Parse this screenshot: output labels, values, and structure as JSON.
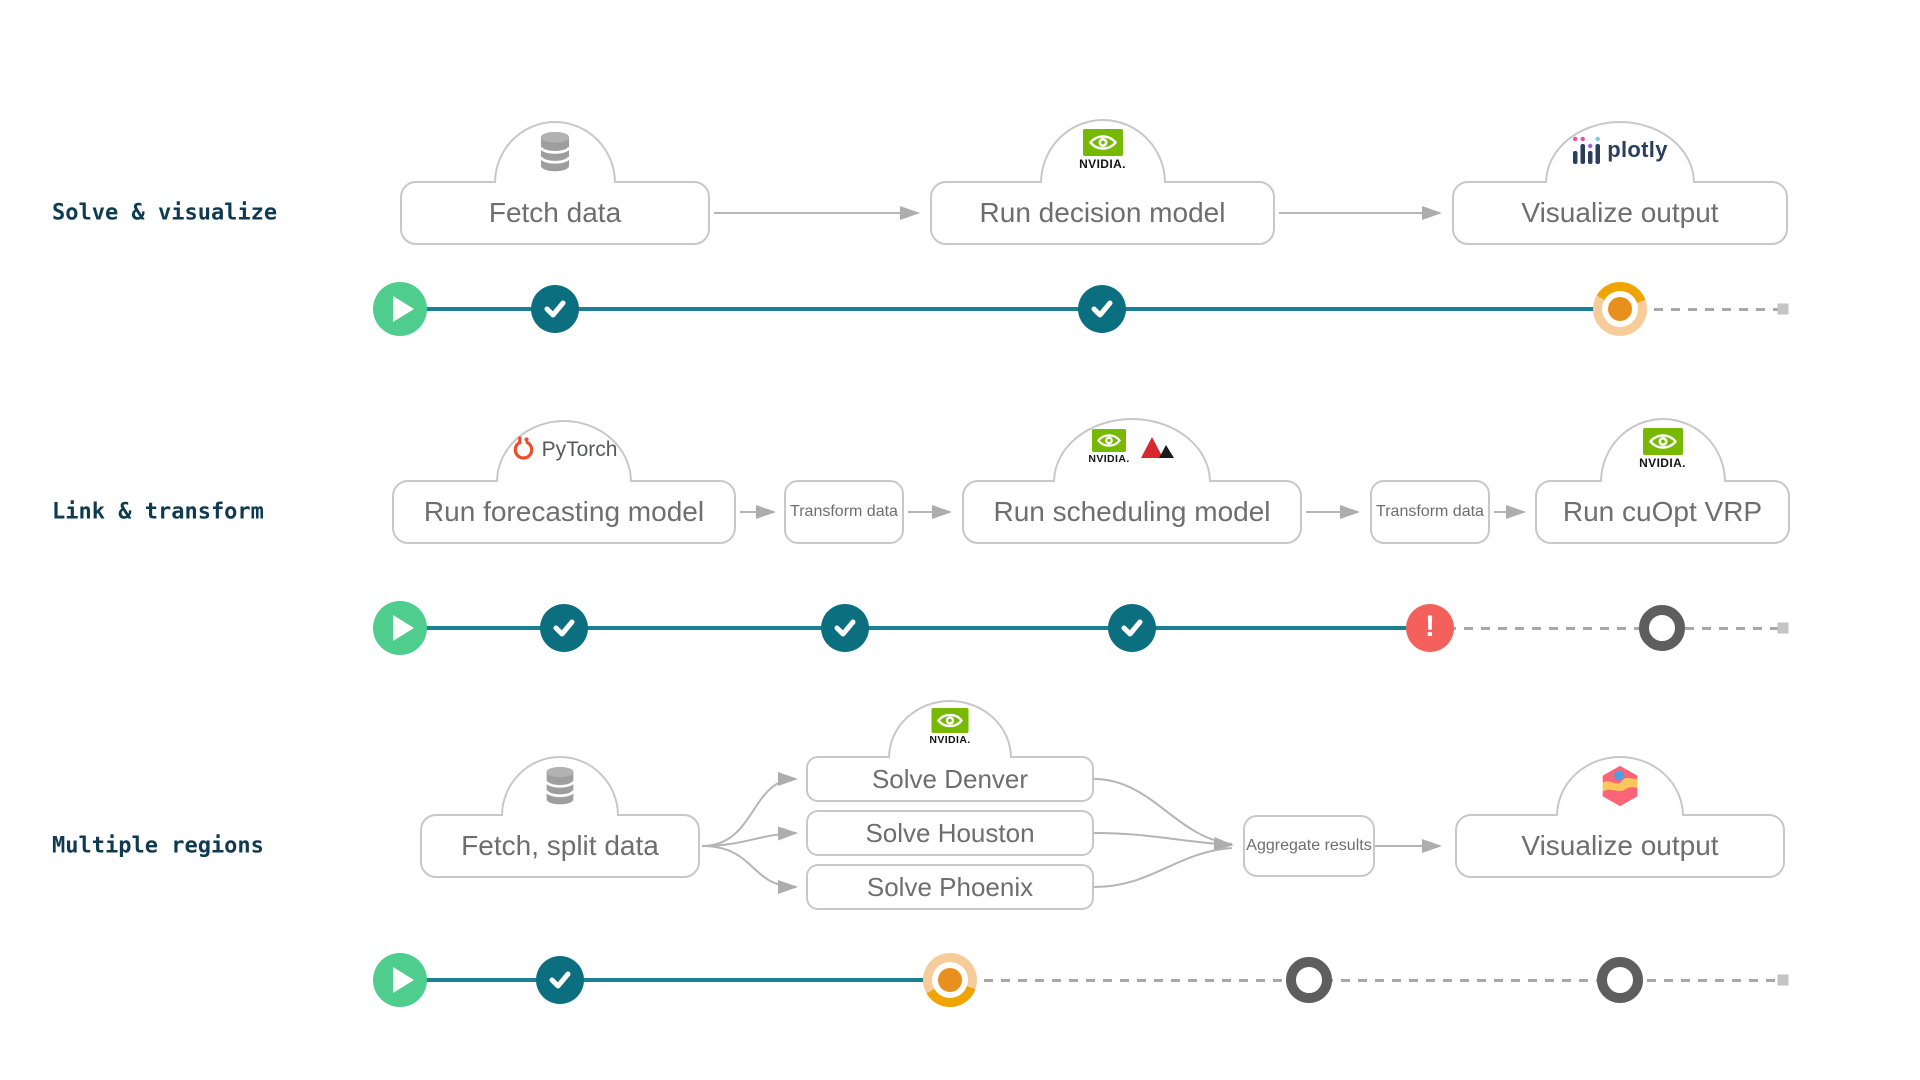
{
  "rows": [
    {
      "label": "Solve & visualize",
      "nodes": [
        {
          "label": "Fetch data",
          "logo": "database"
        },
        {
          "label": "Run decision model",
          "logo": "nvidia"
        },
        {
          "label": "Visualize output",
          "logo": "plotly"
        }
      ],
      "timeline": [
        "play",
        "done",
        "done",
        "running"
      ]
    },
    {
      "label": "Link & transform",
      "nodes": [
        {
          "label": "Run forecasting model",
          "logo": "pytorch"
        },
        {
          "label": "Transform data"
        },
        {
          "label": "Run scheduling model",
          "logo": "nvidia-and-mountains"
        },
        {
          "label": "Transform data"
        },
        {
          "label": "Run cuOpt VRP",
          "logo": "nvidia"
        }
      ],
      "timeline": [
        "play",
        "done",
        "done",
        "done",
        "error",
        "pending"
      ]
    },
    {
      "label": "Multiple regions",
      "nodes": [
        {
          "label": "Fetch, split data",
          "logo": "database"
        },
        {
          "label": "Solve Denver",
          "logo": "nvidia"
        },
        {
          "label": "Solve Houston"
        },
        {
          "label": "Solve Phoenix"
        },
        {
          "label": "Aggregate results"
        },
        {
          "label": "Visualize output",
          "logo": "chartjs"
        }
      ],
      "timeline": [
        "play",
        "done",
        "running",
        "pending",
        "pending"
      ]
    }
  ],
  "logos": {
    "nvidia_wordmark": "NVIDIA.",
    "plotly_wordmark": "plotly",
    "pytorch_wordmark": "PyTorch"
  },
  "glyphs": {
    "error_mark": "!"
  },
  "colors": {
    "row_label": "#0e3a52",
    "node_border": "#c8c8c8",
    "node_text": "#6e6e6e",
    "timeline_solid": "#1b808f",
    "dashed_line": "#a8a8a8",
    "status_play": "#4fcd8c",
    "status_done": "#0c6f80",
    "status_running": "#e8901d",
    "status_error": "#f4615c",
    "status_pending": "#5e5e5e",
    "nvidia_green": "#76b900",
    "pytorch_orange": "#ee4c2c"
  }
}
